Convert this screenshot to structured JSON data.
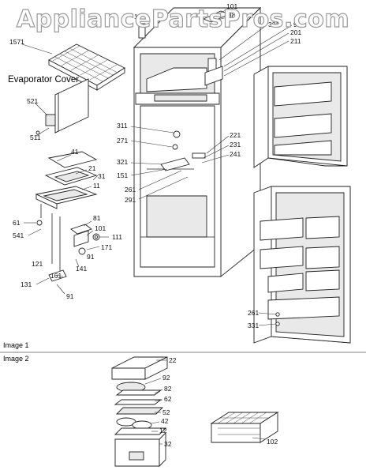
{
  "watermark": "AppliancePartsPros.com",
  "image1": {
    "label": "Image 1",
    "heading": "Evaporator Cover",
    "callouts": {
      "c1571": "1571",
      "c521": "521",
      "c511": "511",
      "c41": "41",
      "c21": "21",
      "c31": "31",
      "c11": "11",
      "c61": "61",
      "c541": "541",
      "c121": "121",
      "c131": "131",
      "c161": "161",
      "c91a": "91",
      "c91b": "91",
      "c141": "141",
      "c171": "171",
      "c111": "111",
      "c101a": "101",
      "c81": "81",
      "c311": "311",
      "c271": "271",
      "c321": "321",
      "c151": "151",
      "c261a": "261",
      "c291": "291",
      "c221": "221",
      "c231": "231",
      "c241": "241",
      "c1": "1",
      "c101b": "101",
      "c381": "381",
      "c301": "301",
      "c9": "9",
      "c201": "201",
      "c211": "211",
      "c261b": "261",
      "c331": "331"
    }
  },
  "image2": {
    "label": "Image 2",
    "callouts": {
      "c22": "22",
      "c92": "92",
      "c82": "82",
      "c62": "62",
      "c52": "52",
      "c42": "42",
      "c12": "12",
      "c32": "32",
      "c102": "102"
    }
  }
}
